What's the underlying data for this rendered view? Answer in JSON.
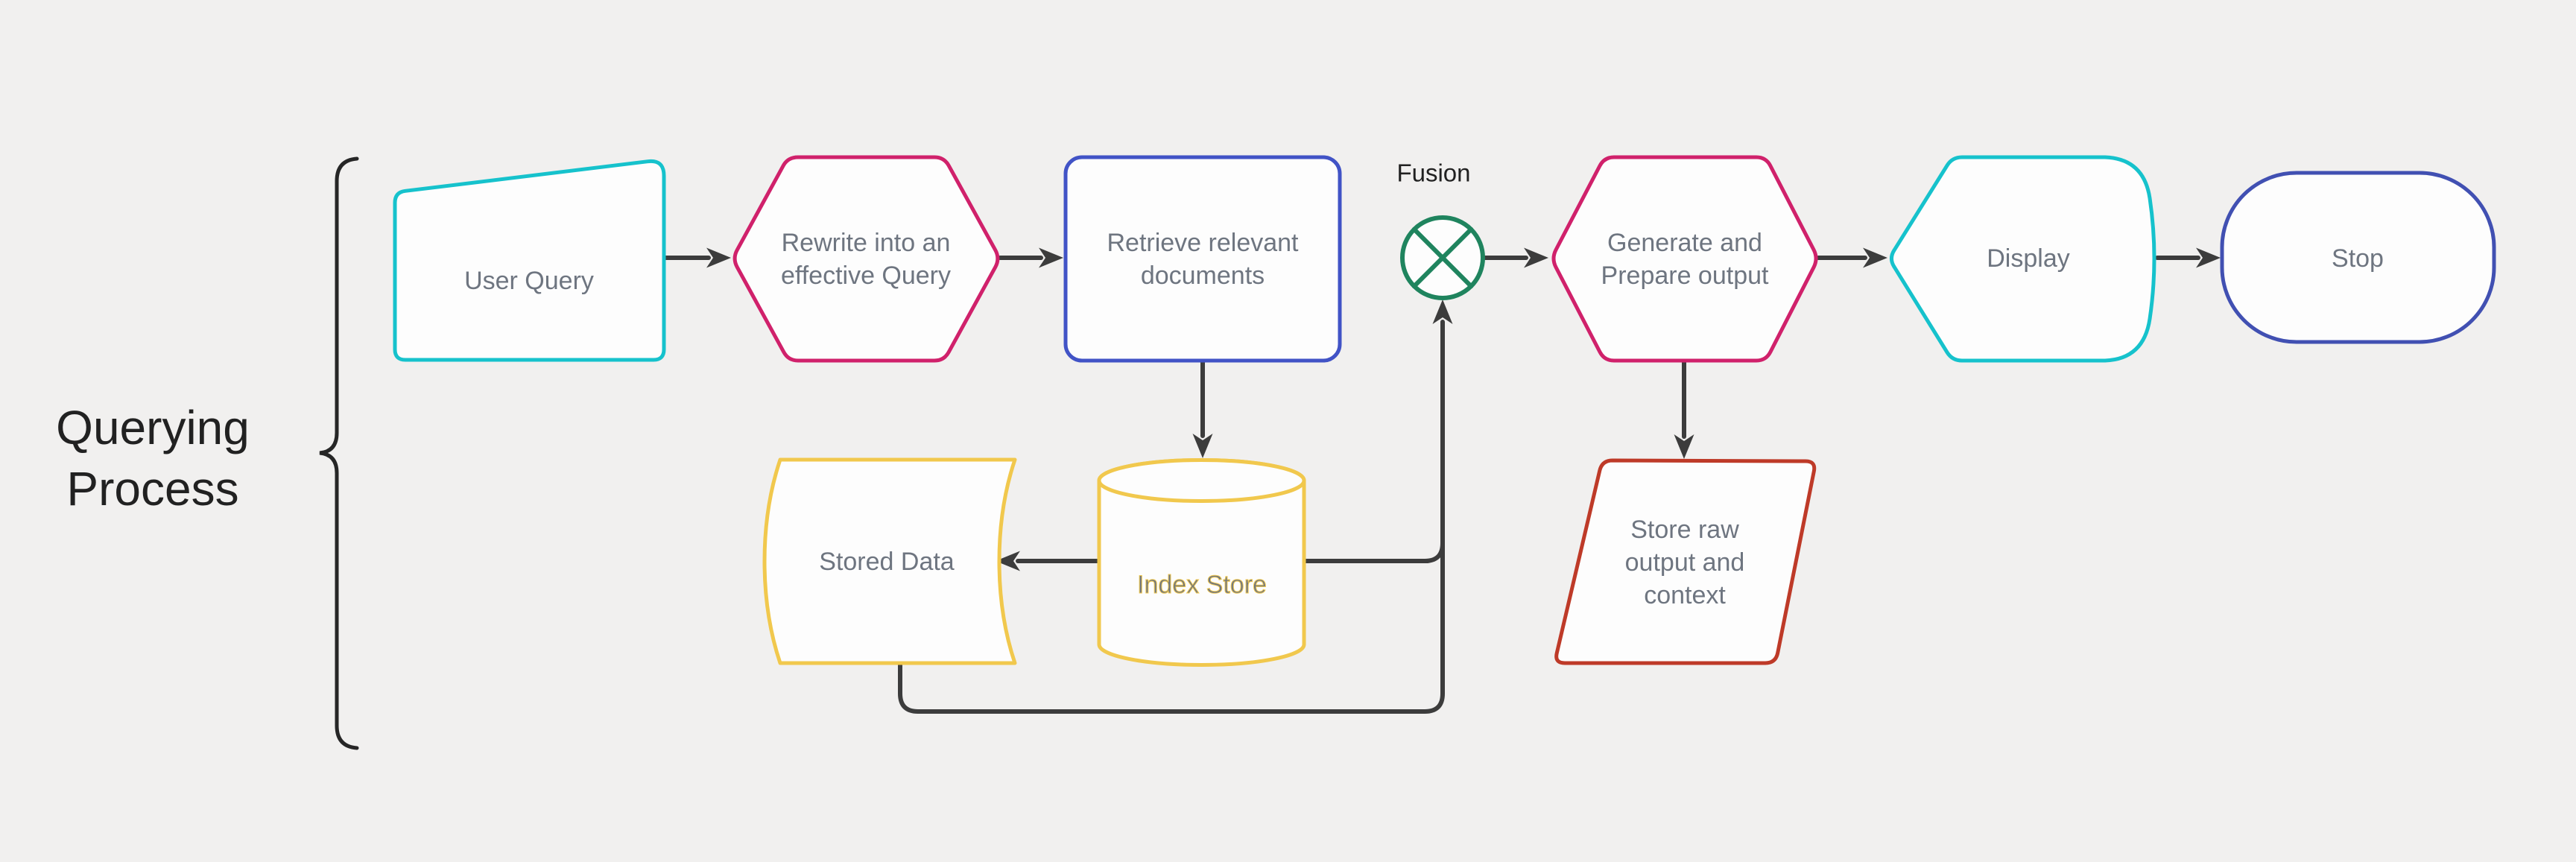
{
  "diagram": {
    "background": "#F1F0EF",
    "group_label": {
      "line1": "Querying",
      "line2": "Process",
      "color": "#212121"
    },
    "nodes": {
      "user_query": {
        "label": "User Query",
        "shape": "trapezoid",
        "border_color": "#16C2CC"
      },
      "rewrite_query": {
        "line1": "Rewrite into an",
        "line2": "effective Query",
        "shape": "hexagon",
        "border_color": "#D0216B"
      },
      "retrieve_documents": {
        "line1": "Retrieve relevant",
        "line2": "documents",
        "shape": "rounded-rectangle",
        "border_color": "#4153C6"
      },
      "fusion": {
        "label": "Fusion",
        "shape": "crossed-circle-junction",
        "border_color": "#1F845E"
      },
      "generate_output": {
        "line1": "Generate and",
        "line2": "Prepare output",
        "shape": "hexagon",
        "border_color": "#D0216B"
      },
      "display": {
        "label": "Display",
        "shape": "display",
        "border_color": "#16C2CC"
      },
      "stop": {
        "label": "Stop",
        "shape": "stadium",
        "border_color": "#4150B2"
      },
      "stored_data": {
        "label": "Stored Data",
        "shape": "stored-data",
        "border_color": "#F1C84D"
      },
      "index_store": {
        "label": "Index Store",
        "shape": "cylinder",
        "border_color": "#F1C84D"
      },
      "store_raw_output": {
        "line1": "Store raw",
        "line2": "output and",
        "line3": "context",
        "shape": "parallelogram",
        "border_color": "#BE3A28"
      }
    },
    "connections": [
      {
        "from": "User Query",
        "to": "Rewrite into an effective Query"
      },
      {
        "from": "Rewrite into an effective Query",
        "to": "Retrieve relevant documents"
      },
      {
        "from": "Retrieve relevant documents",
        "to": "Index Store"
      },
      {
        "from": "Index Store",
        "to": "Stored Data"
      },
      {
        "from": "Index Store",
        "to": "Fusion"
      },
      {
        "from": "Stored Data",
        "to": "Fusion"
      },
      {
        "from": "Fusion",
        "to": "Generate and Prepare output"
      },
      {
        "from": "Generate and Prepare output",
        "to": "Display"
      },
      {
        "from": "Generate and Prepare output",
        "to": "Store raw output and context"
      },
      {
        "from": "Display",
        "to": "Stop"
      }
    ],
    "colors": {
      "line": "#3C3C3C",
      "node_fill": "#FDFDFD",
      "node_text": "#6E7580",
      "brace": "#262626"
    }
  }
}
